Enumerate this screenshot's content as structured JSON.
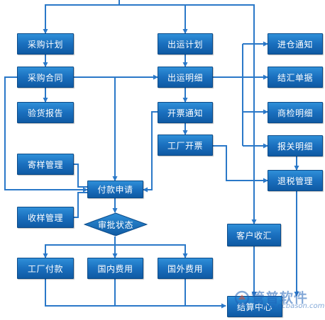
{
  "nodes": {
    "purchase_plan": "采购计划",
    "purchase_contract": "采购合同",
    "inspection_report": "验货报告",
    "sample_send": "寄样管理",
    "sample_receive": "收样管理",
    "payment_request": "付款申请",
    "approval_status": "审批状态",
    "factory_payment": "工厂付款",
    "domestic_fees": "国内费用",
    "foreign_fees": "国外费用",
    "shipping_plan": "出运计划",
    "shipping_detail": "出运明细",
    "invoice_notice": "开票通知",
    "factory_invoice": "工厂开票",
    "customer_receipt": "客户收汇",
    "settlement_center": "结算中心",
    "warehouse_notice": "进仓通知",
    "exchange_docs": "结汇单据",
    "inspection_detail": "商检明细",
    "customs_detail": "报关明细",
    "tax_refund": "退税管理"
  },
  "watermark": {
    "brand": "管普软件",
    "site": "www.ecbason.com"
  },
  "colors": {
    "box_top": "#2f8fd8",
    "box_bottom": "#0f5aa3",
    "connector": "#2a78c8"
  }
}
